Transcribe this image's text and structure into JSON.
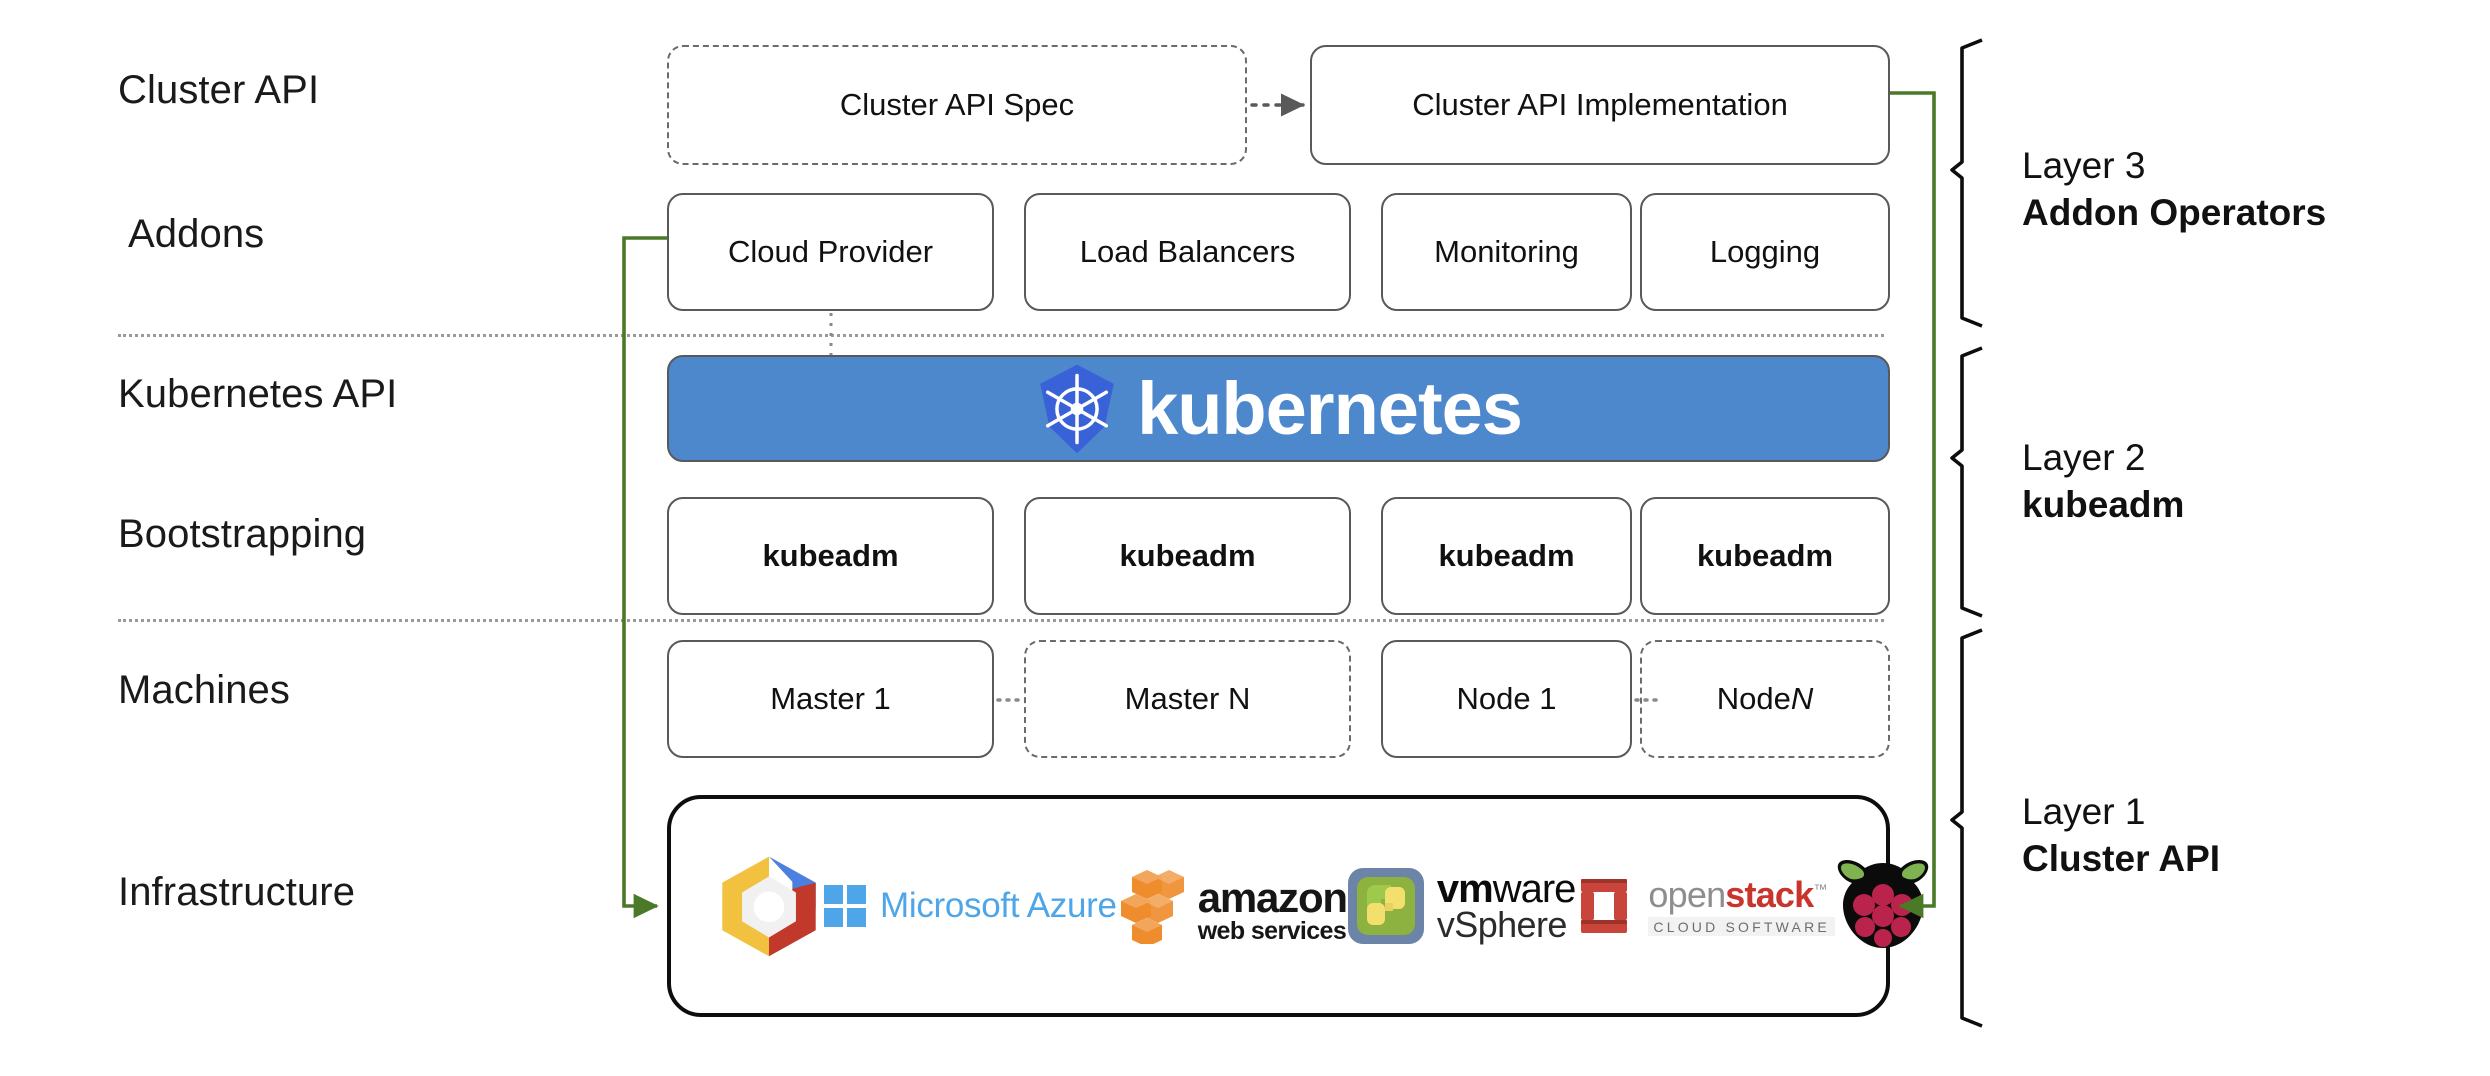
{
  "diagram": {
    "title": "Kubernetes Cluster API layered architecture",
    "accent_green": "#4a7a28",
    "k8s_blue": "#4d87cc",
    "separator_color": "#9a9a9a"
  },
  "row_labels": [
    {
      "id": "cluster-api",
      "text": "Cluster API"
    },
    {
      "id": "addons",
      "text": "Addons"
    },
    {
      "id": "kubernetes-api",
      "text": "Kubernetes API"
    },
    {
      "id": "bootstrapping",
      "text": "Bootstrapping"
    },
    {
      "id": "machines",
      "text": "Machines"
    },
    {
      "id": "infrastructure",
      "text": "Infrastructure"
    }
  ],
  "cluster_api_row": {
    "spec": {
      "label": "Cluster API Spec",
      "style": "dashed"
    },
    "implementation": {
      "label": "Cluster API Implementation",
      "style": "solid"
    },
    "connector": "dotted-arrow-right"
  },
  "addons_row": [
    {
      "label": "Cloud Provider",
      "style": "solid"
    },
    {
      "label": "Load Balancers",
      "style": "solid"
    },
    {
      "label": "Monitoring",
      "style": "solid"
    },
    {
      "label": "Logging",
      "style": "solid"
    }
  ],
  "kubernetes_banner": {
    "wordmark": "kubernetes",
    "logo": "kubernetes-helm-icon",
    "background": "#4d87cc"
  },
  "bootstrapping_row": [
    {
      "label": "kubeadm",
      "style": "solid"
    },
    {
      "label": "kubeadm",
      "style": "solid"
    },
    {
      "label": "kubeadm",
      "style": "solid"
    },
    {
      "label": "kubeadm",
      "style": "solid"
    }
  ],
  "machines_row": [
    {
      "label": "Master 1",
      "style": "solid",
      "italic_suffix": ""
    },
    {
      "label": "Master N",
      "style": "dashed",
      "italic_suffix": ""
    },
    {
      "label": "Node 1",
      "style": "solid",
      "italic_suffix": ""
    },
    {
      "label": "Node ",
      "style": "dashed",
      "italic_suffix": "N"
    }
  ],
  "infrastructure_row": {
    "providers": [
      {
        "name": "google-cloud-platform",
        "text": ""
      },
      {
        "name": "microsoft-azure",
        "text": "Microsoft Azure"
      },
      {
        "name": "amazon-web-services",
        "text": "amazon",
        "subtext": "web services"
      },
      {
        "name": "vmware-vsphere",
        "text": "vmware",
        "subtext": "vSphere"
      },
      {
        "name": "openstack",
        "text_a": "open",
        "text_b": "stack",
        "subtext": "CLOUD SOFTWARE"
      },
      {
        "name": "raspberry-pi",
        "text": ""
      }
    ]
  },
  "layers": [
    {
      "id": "layer-3",
      "name": "Layer 3",
      "subject": "Addon Operators"
    },
    {
      "id": "layer-2",
      "name": "Layer 2",
      "subject": "kubeadm"
    },
    {
      "id": "layer-1",
      "name": "Layer 1",
      "subject": "Cluster API"
    }
  ]
}
